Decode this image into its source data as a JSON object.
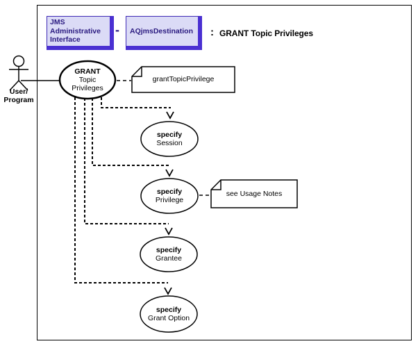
{
  "header": {
    "interface_label": "JMS\nAdministrative\nInterface",
    "separator": "-",
    "class_label": "AQjmsDestination",
    "colon": ":",
    "title": "GRANT Topic Privileges"
  },
  "actor": {
    "label": "User/\nProgram"
  },
  "use_cases": {
    "grant_topic_privileges": {
      "line1": "GRANT",
      "line2": "Topic",
      "line3": "Privileges"
    },
    "specify_session": {
      "line1": "specify",
      "line2": "Session"
    },
    "specify_privilege": {
      "line1": "specify",
      "line2": "Privilege"
    },
    "specify_grantee": {
      "line1": "specify",
      "line2": "Grantee"
    },
    "specify_grant_option": {
      "line1": "specify",
      "line2": "Grant Option"
    }
  },
  "notes": {
    "grant_topic_privilege": "grantTopicPrivilege",
    "usage_notes": "see Usage Notes"
  },
  "colors": {
    "box_fill": "#dbdbf6",
    "box_shadow": "#4a30d2",
    "box_border": "#3d28b5",
    "box_text": "#2a1a80",
    "diagram_line": "#000000"
  }
}
